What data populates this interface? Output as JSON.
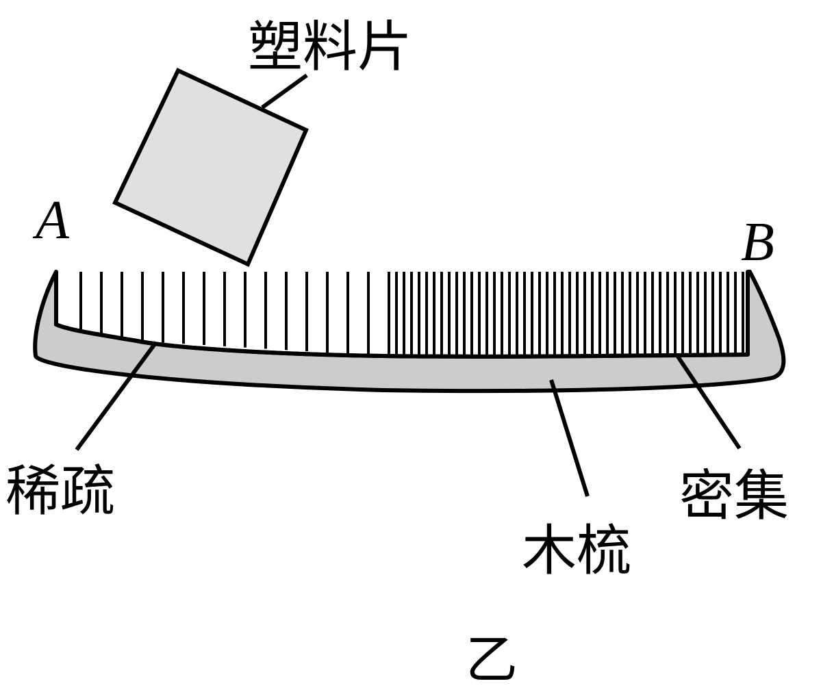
{
  "labels": {
    "plastic_sheet": "塑料片",
    "point_a": "A",
    "point_b": "B",
    "sparse": "稀疏",
    "dense": "密集",
    "wooden_comb": "木梳",
    "figure": "乙"
  },
  "colors": {
    "stroke": "#000000",
    "plastic_fill": "#e0e0e0",
    "comb_fill": "#cccccc"
  }
}
